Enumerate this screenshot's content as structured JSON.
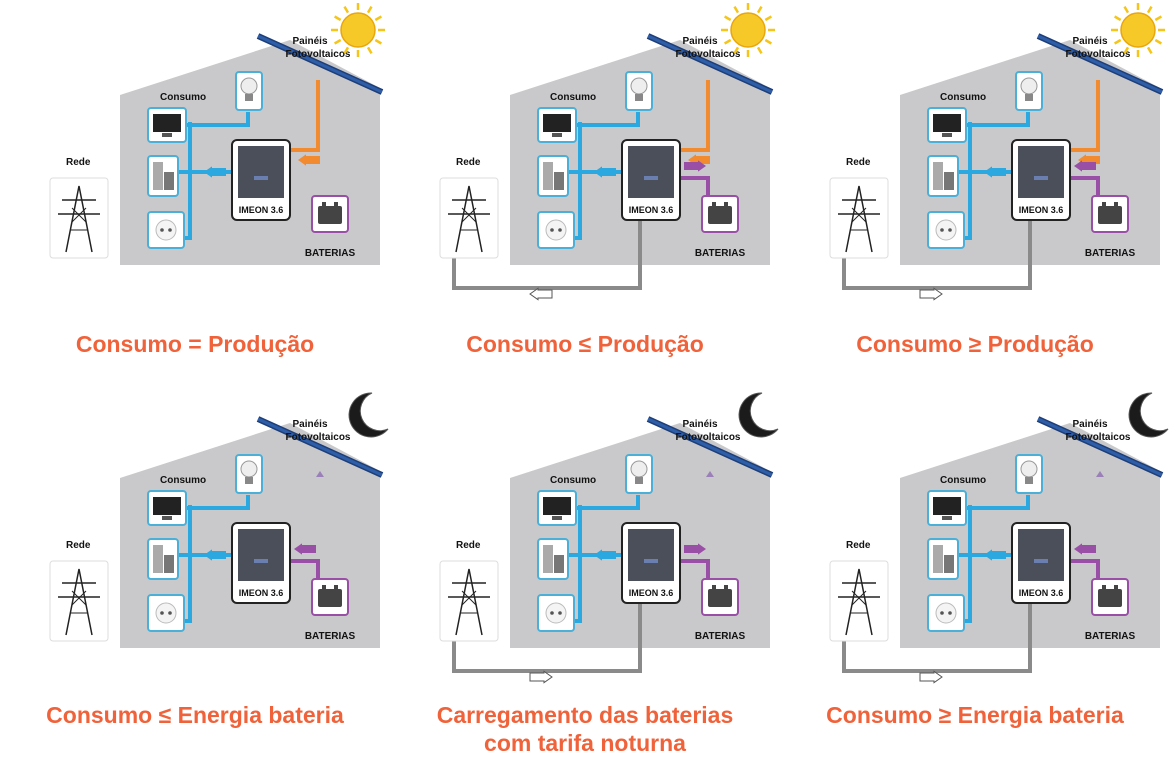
{
  "labels": {
    "panels": "Painéis Fotovoltaicos",
    "panels_line1": "Painéis",
    "panels_line2": "Fotovoltaicos",
    "consumption": "Consumo",
    "grid": "Rede",
    "inverter": "IMEON 3.6",
    "batteries": "BATERIAS"
  },
  "scenarios": [
    {
      "caption": "Consumo  =  Produção",
      "time": "day",
      "grid_flow": "none",
      "battery_flow": "none"
    },
    {
      "caption": "Consumo  ≤  Produção",
      "time": "day",
      "grid_flow": "export",
      "battery_flow": "charge"
    },
    {
      "caption": "Consumo  ≥  Produção",
      "time": "day",
      "grid_flow": "import",
      "battery_flow": "discharge"
    },
    {
      "caption": "Consumo  ≤  Energia bateria",
      "time": "night",
      "grid_flow": "none",
      "battery_flow": "discharge"
    },
    {
      "caption_line1": "Carregamento das baterias",
      "caption_line2": "com tarifa noturna",
      "time": "night",
      "grid_flow": "import",
      "battery_flow": "charge"
    },
    {
      "caption": "Consumo  ≥  Energia bateria",
      "time": "night",
      "grid_flow": "import",
      "battery_flow": "discharge"
    }
  ],
  "colors": {
    "caption": "#f0623a",
    "house": "#c9c9cb",
    "solar_flow": "#f28a30",
    "consumption_flow": "#2aa8df",
    "battery_flow": "#9a4fa6",
    "grid_flow": "#8a8a8a",
    "panel": "#2f5ea8"
  },
  "icons": [
    "sun-icon",
    "moon-icon",
    "bulb-icon",
    "tv-icon",
    "appliance-icon",
    "socket-icon",
    "pylon-icon",
    "inverter-icon",
    "battery-icon"
  ]
}
